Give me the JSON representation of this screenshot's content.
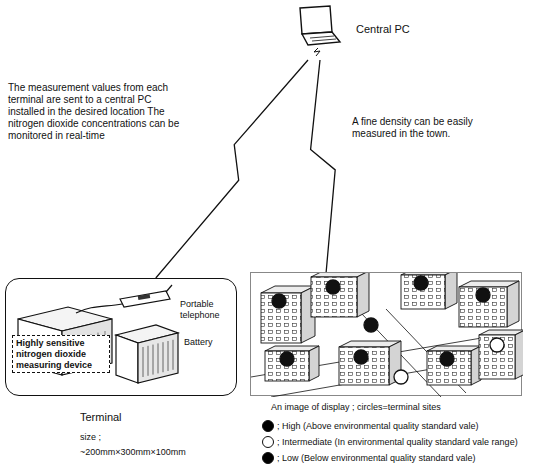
{
  "diagram": {
    "nodes": [
      {
        "text": [
          "Central PC"
        ]
      },
      {
        "text": [
          "Portable telephone",
          "Battery"
        ]
      },
      {
        "text": [
          "Highly sensitive nitrogen dioxide measuring device"
        ],
        "in": 1
      },
      {
        "text": [
          "An image of display ; circles=terminal sites"
        ]
      }
    ],
    "edges": [
      {
        "from": 0,
        "to": 1,
        "arrow": "none"
      },
      {
        "from": 0,
        "to": 3,
        "arrow": "none"
      }
    ],
    "labels": [
      "The measurement values from each terminal are sent to a central PC installed in the desired location The nitrogen dioxide concentrations can be monitored in real-time",
      "A fine density can be easily measured in the town.",
      "Terminal",
      "size ;",
      "~200mm×300mm×100mm"
    ],
    "legend": [
      {
        "text": "; High (Above environmental quality standard vale)",
        "color": "#000000"
      },
      {
        "text": "; Intermediate (In environmental quality standard vale range)",
        "color": "#ffffff"
      },
      {
        "text": "; Low (Below environmental quality standard vale)",
        "color": "#000000"
      }
    ]
  }
}
